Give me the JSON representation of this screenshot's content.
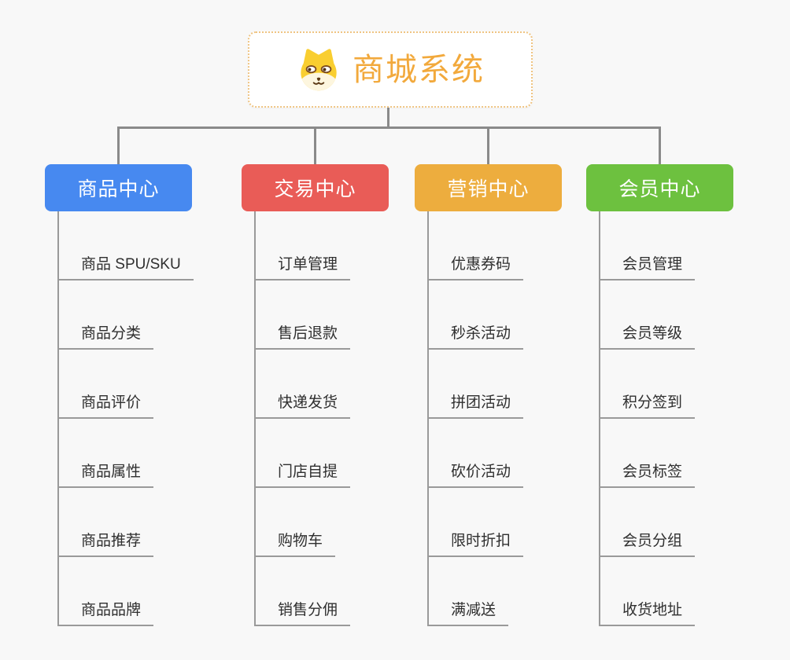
{
  "root": {
    "title": "商城系统",
    "icon": "dog-face-icon"
  },
  "branches": [
    {
      "label": "商品中心",
      "color": "#4789F0",
      "items": [
        "商品 SPU/SKU",
        "商品分类",
        "商品评价",
        "商品属性",
        "商品推荐",
        "商品品牌"
      ]
    },
    {
      "label": "交易中心",
      "color": "#E95C57",
      "items": [
        "订单管理",
        "售后退款",
        "快递发货",
        "门店自提",
        "购物车",
        "销售分佣"
      ]
    },
    {
      "label": "营销中心",
      "color": "#EDAD3E",
      "items": [
        "优惠券码",
        "秒杀活动",
        "拼团活动",
        "砍价活动",
        "限时折扣",
        "满减送"
      ]
    },
    {
      "label": "会员中心",
      "color": "#6DC13F",
      "items": [
        "会员管理",
        "会员等级",
        "积分签到",
        "会员标签",
        "会员分组",
        "收货地址"
      ]
    }
  ],
  "colors": {
    "background": "#F8F8F8",
    "connector": "#8A8A8A",
    "branch_line": "#9A9A9A",
    "item_text": "#2F2F2F",
    "root_text": "#F2A93C",
    "root_border": "#EFC482"
  }
}
